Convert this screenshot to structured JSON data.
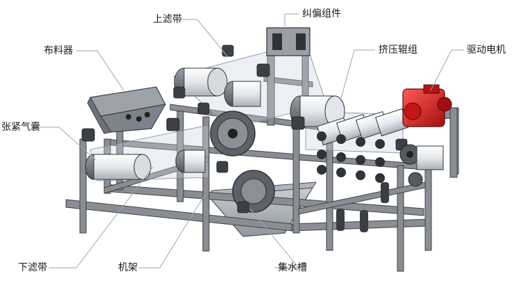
{
  "labels": {
    "upper_filter_belt": "上滤带",
    "deviation_assembly": "纠偏组件",
    "distributor": "布料器",
    "press_roller_group": "挤压辊组",
    "drive_motor": "驱动电机",
    "tension_airbag": "张紧气囊",
    "lower_filter_belt": "下滤带",
    "frame": "机架",
    "water_tank": "集水槽"
  },
  "colors": {
    "frame": "#7f8388",
    "frame_dark": "#4d5156",
    "roller_light": "#eef1f4",
    "roller_shade": "#b9c0c7",
    "motor": "#d21f1f",
    "leader": "#9aa7b3"
  }
}
